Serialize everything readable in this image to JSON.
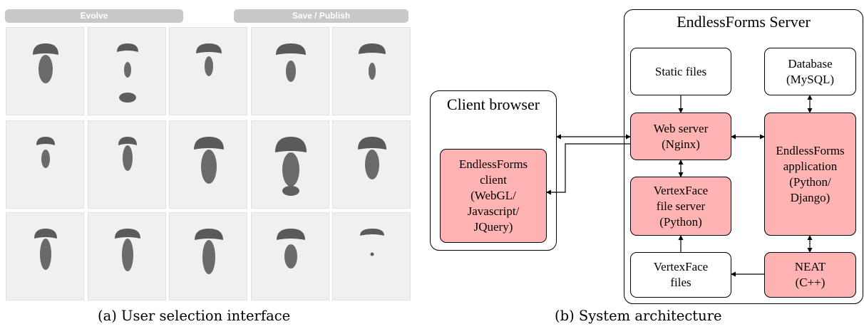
{
  "selection_ui": {
    "evolve_label": "Evolve",
    "save_label": "Save / Publish",
    "caption": "(a) User selection interface"
  },
  "architecture": {
    "caption": "(b) System architecture",
    "server_title": "EndlessForms Server",
    "client_title": "Client browser",
    "boxes": {
      "client": "EndlessForms\nclient\n(WebGL/\nJavascript/\nJQuery)",
      "static_files": "Static files",
      "database": "Database\n(MySQL)",
      "web_server": "Web server\n(Nginx)",
      "application": "EndlessForms\napplication\n(Python/\nDjango)",
      "vertexface_server": "VertexFace\nfile server\n(Python)",
      "vertexface_files": "VertexFace\nfiles",
      "neat": "NEAT\n(C++)"
    }
  }
}
